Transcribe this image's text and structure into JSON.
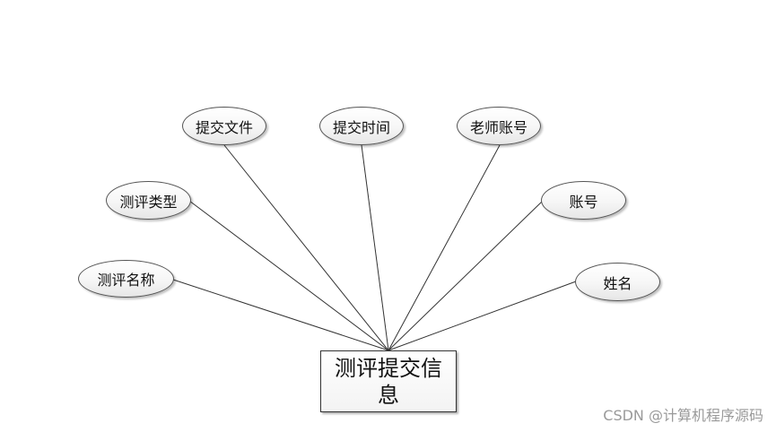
{
  "entity": {
    "label": "测评提交信息"
  },
  "attributes": [
    {
      "id": "submit-file",
      "label": "提交文件"
    },
    {
      "id": "submit-time",
      "label": "提交时间"
    },
    {
      "id": "teacher-account",
      "label": "老师账号"
    },
    {
      "id": "eval-type",
      "label": "测评类型"
    },
    {
      "id": "account",
      "label": "账号"
    },
    {
      "id": "eval-name",
      "label": "测评名称"
    },
    {
      "id": "name",
      "label": "姓名"
    }
  ],
  "watermark": "CSDN @计算机程序源码"
}
